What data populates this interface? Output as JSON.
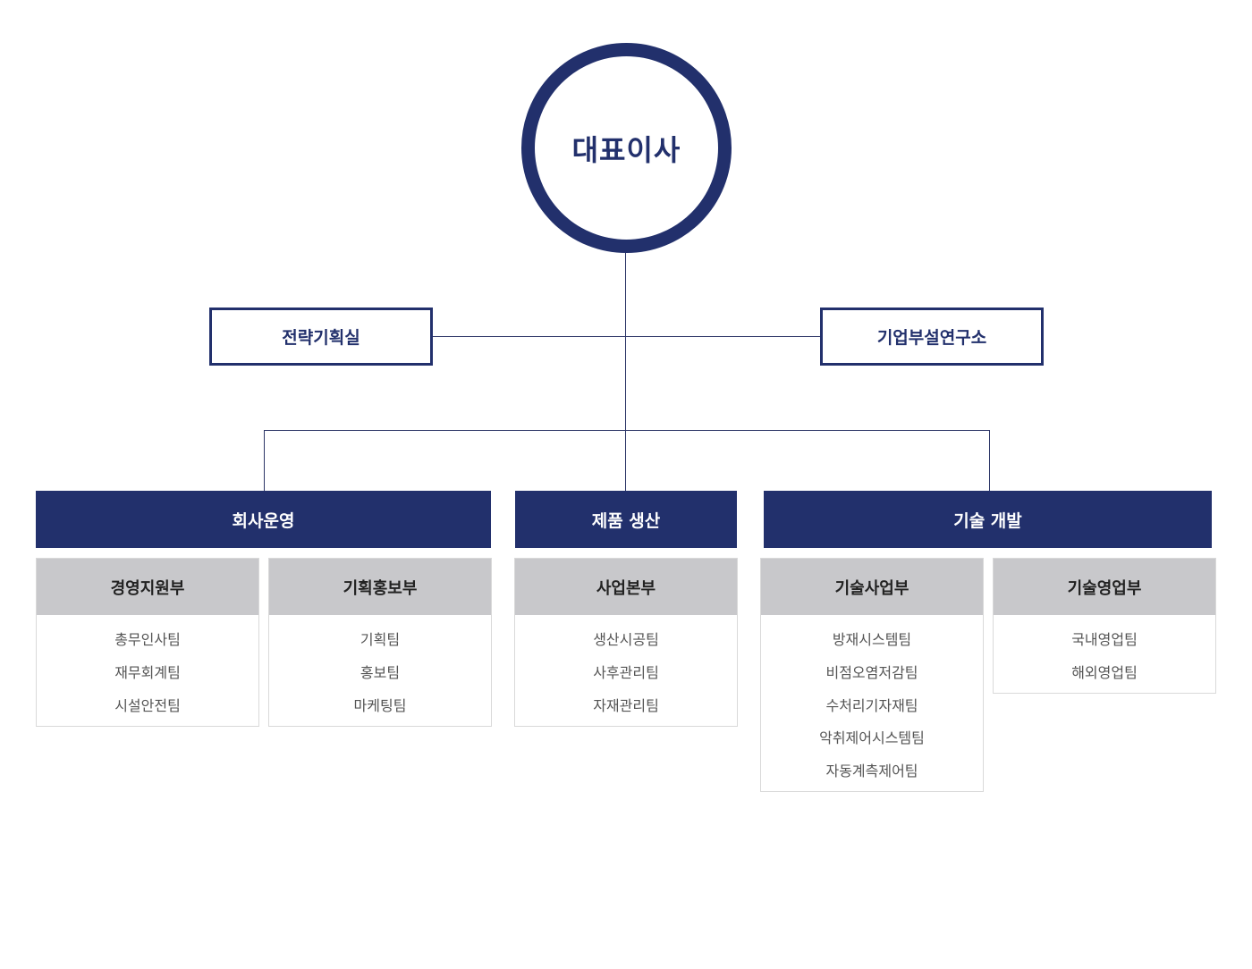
{
  "ceo": {
    "label": "대표이사"
  },
  "staff": [
    {
      "label": "전략기획실"
    },
    {
      "label": "기업부설연구소"
    }
  ],
  "divisions": [
    {
      "label": "회사운영"
    },
    {
      "label": "제품 생산"
    },
    {
      "label": "기술 개발"
    }
  ],
  "departments": [
    {
      "label": "경영지원부",
      "teams": [
        "총무인사팀",
        "재무회계팀",
        "시설안전팀"
      ]
    },
    {
      "label": "기획홍보부",
      "teams": [
        "기획팀",
        "홍보팀",
        "마케팅팀"
      ]
    },
    {
      "label": "사업본부",
      "teams": [
        "생산시공팀",
        "사후관리팀",
        "자재관리팀"
      ]
    },
    {
      "label": "기술사업부",
      "teams": [
        "방재시스템팀",
        "비점오염저감팀",
        "수처리기자재팀",
        "악취제어시스템팀",
        "자동계측제어팀"
      ]
    },
    {
      "label": "기술영업부",
      "teams": [
        "국내영업팀",
        "해외영업팀"
      ]
    }
  ],
  "colors": {
    "navy": "#22306c",
    "dept_header_gray": "#c8c8cb"
  }
}
